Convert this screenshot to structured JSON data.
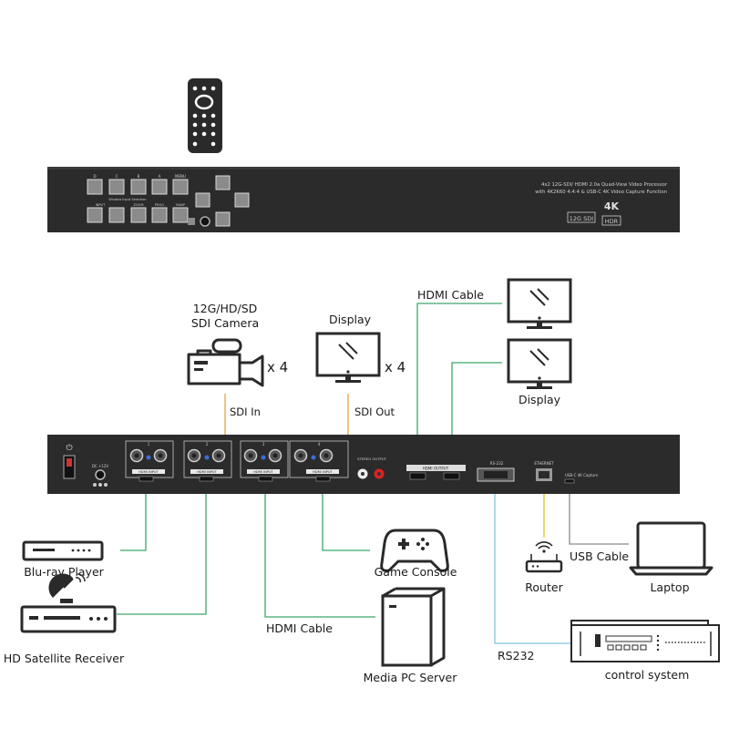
{
  "labels": {
    "camera_line1": "12G/HD/SD",
    "camera_line2": "SDI Camera",
    "camera_mult": "x 4",
    "display_top": "Display",
    "display_mult": "x 4",
    "sdi_in": "SDI In",
    "sdi_out": "SDI Out",
    "hdmi_cable_top": "HDMI Cable",
    "display_right": "Display",
    "bluray": "Blu-ray Player",
    "satellite": "HD Satellite Receiver",
    "hdmi_cable_bottom": "HDMI Cable",
    "game_console": "Game Console",
    "media_pc": "Media PC Server",
    "router": "Router",
    "usb_cable": "USB Cable",
    "laptop": "Laptop",
    "rs232": "RS232",
    "control_system": "control system"
  },
  "front_panel": {
    "title_line1": "4x2 12G-SDI/ HDMI 2.0a Quad-View Video Processor",
    "title_line2": "with 4K2K60 4:4:4 & USB-C 4K Video Capture Function",
    "badge_sdi": "12G SDI",
    "badge_4k": "4K",
    "badge_hdr": "HDR",
    "button_top_labels": [
      "D",
      "C",
      "B",
      "A",
      "MENU"
    ],
    "button_bottom_labels": [
      "INPUT",
      "",
      "ZOOM",
      "PROG",
      "SWAP"
    ],
    "window_selection": "Window Input Selection"
  },
  "back_panel": {
    "power_label": "DC +12V",
    "input_labels": [
      "1",
      "2",
      "3",
      "4"
    ],
    "hdmi_input_label": "HDMI INPUT",
    "stereo_output": "STEREO OUTPUT",
    "hdmi_output": "HDMI OUTPUT",
    "rs232_port": "RS-232",
    "ethernet": "ETHERNET",
    "usb_capture": "USB-C 4K Capture"
  },
  "colors": {
    "sdi_line": "#e8a048",
    "hdmi_line": "#3aa86a",
    "rs232_line": "#7ec7e0",
    "router_line": "#e8c020",
    "usb_line": "#8a8a8a",
    "device_body": "#2a2a2a"
  }
}
